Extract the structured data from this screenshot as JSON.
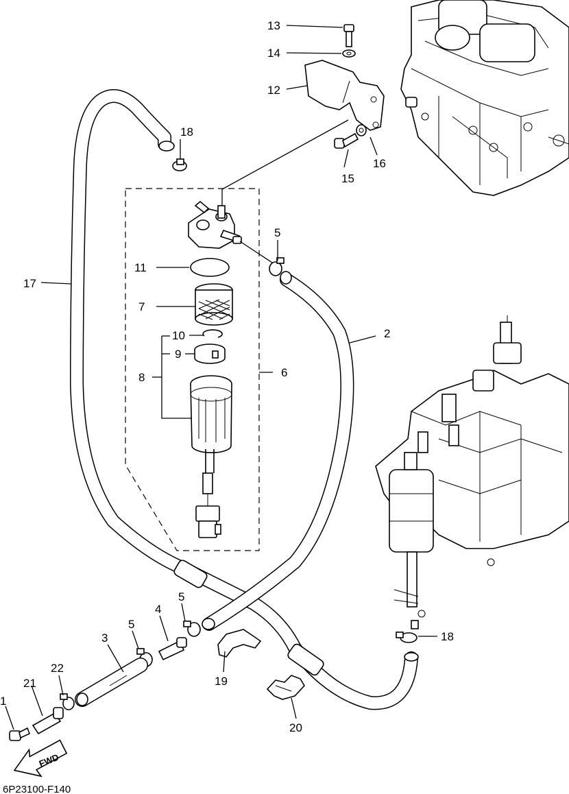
{
  "diagram": {
    "callouts": {
      "p1": "1",
      "p2": "2",
      "p3": "3",
      "p4": "4",
      "p5a": "5",
      "p5b": "5",
      "p5c": "5",
      "p6": "6",
      "p7": "7",
      "p8": "8",
      "p9": "9",
      "p10": "10",
      "p11": "11",
      "p12": "12",
      "p13": "13",
      "p14": "14",
      "p15": "15",
      "p16": "16",
      "p17": "17",
      "p18a": "18",
      "p18b": "18",
      "p19": "19",
      "p20": "20",
      "p21": "21",
      "p22": "22"
    },
    "fwd_label": "FWD",
    "drawing_code": "6P23100-F140"
  }
}
